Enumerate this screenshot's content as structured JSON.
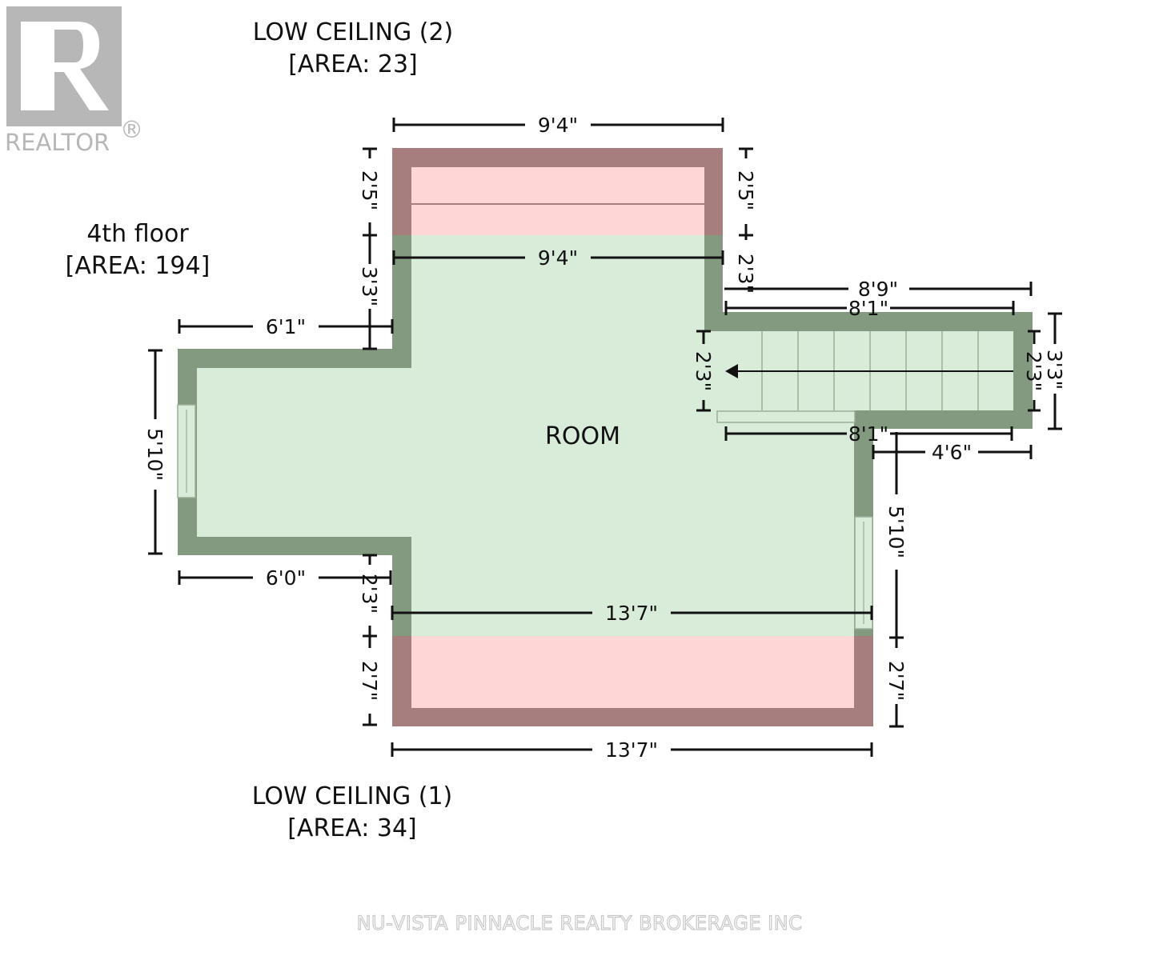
{
  "logo": {
    "text": "REALTOR",
    "mark": "®"
  },
  "floor": {
    "name": "4th floor",
    "area": "[AREA: 194]"
  },
  "low_ceiling_2": {
    "name": "LOW CEILING (2)",
    "area": "[AREA: 23]"
  },
  "low_ceiling_1": {
    "name": "LOW CEILING (1)",
    "area": "[AREA: 34]"
  },
  "room": {
    "name": "ROOM"
  },
  "dimensions": {
    "top_outer": "9'4\"",
    "top_inner": "9'4\"",
    "left_lc2": "2'5\"",
    "right_lc2": "2'5\"",
    "left_3_3": "3'3\"",
    "right_2_3_top": "2'3\"",
    "left_wing_top": "6'1\"",
    "left_wing_height": "5'10\"",
    "left_wing_bottom": "6'0\"",
    "left_2_3_bottom": "2'3\"",
    "bottom_inner": "13'7\"",
    "left_lc1": "2'7\"",
    "right_lc1": "2'7\"",
    "bottom_outer": "13'7\"",
    "stair_outer_top": "8'9\"",
    "stair_inner_top": "8'1\"",
    "stair_left": "2'3\"",
    "stair_right_outer": "3'3\"",
    "stair_right_inner": "2'3\"",
    "stair_bottom": "8'1\"",
    "right_step": "4'6\"",
    "right_5_10": "5'10\""
  },
  "watermark": "NU-VISTA PINNACLE REALTY BROKERAGE INC",
  "colors": {
    "wall": "#839a81",
    "room_fill": "#d9ebd9",
    "low_ceiling_fill": "#ffd6d6",
    "low_ceiling_wall": "#a67e7e",
    "dimension_line": "#111111",
    "logo_gray": "#b7b7b7"
  }
}
